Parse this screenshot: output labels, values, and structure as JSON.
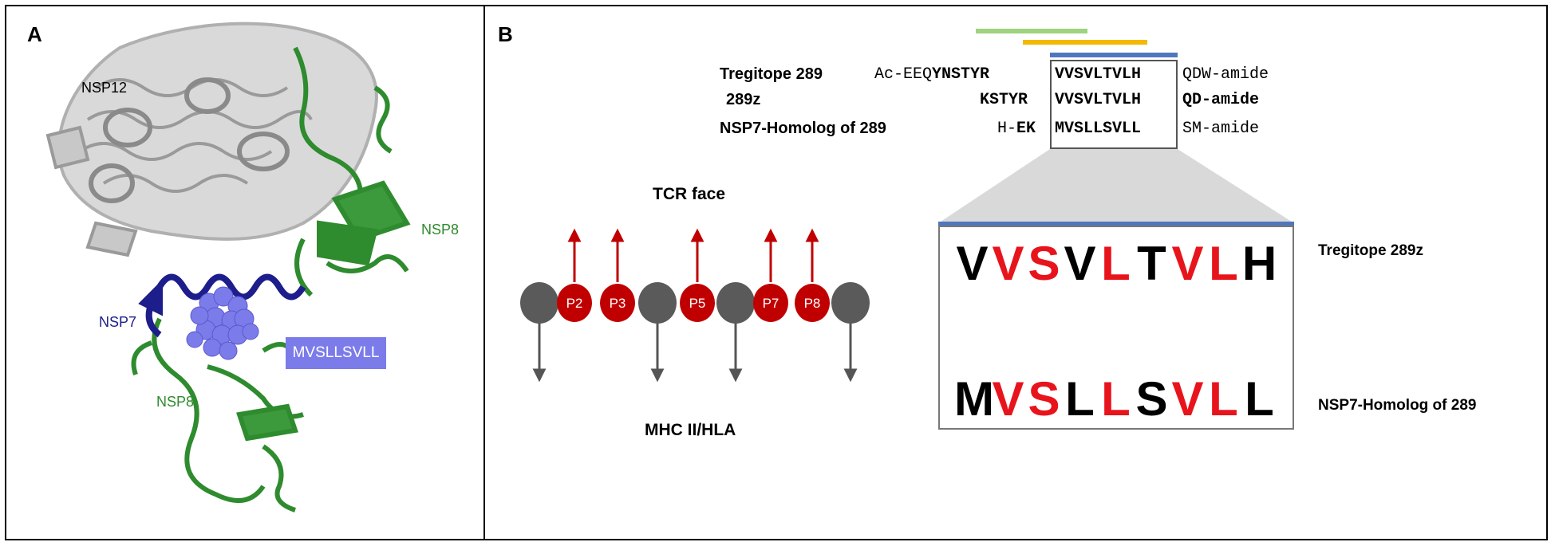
{
  "panels": {
    "a_letter": "A",
    "b_letter": "B"
  },
  "panel_a": {
    "nsp12": "NSP12",
    "nsp8_upper": "NSP8",
    "nsp7": "NSP7",
    "nsp8_lower": "NSP8",
    "motif": "MVSLLSVLL"
  },
  "panel_b": {
    "alignment": [
      {
        "name": "Tregitope 289",
        "prefix": "Ac-EEQ",
        "prefix_bold": "YNSTYR",
        "core": "VVSVLTVLH",
        "suffix": "QDW-amide"
      },
      {
        "name": "289z",
        "prefix": "",
        "prefix_bold": "KSTYR",
        "core": "VVSVLTVLH",
        "suffix": "QD-amide"
      },
      {
        "name": "NSP7-Homolog of 289",
        "prefix": "H-",
        "prefix_bold": "EK",
        "core": "MVSLLSVLL",
        "suffix": "SM-amide"
      }
    ],
    "tcr_face": "TCR face",
    "mhc_label": "MHC II/HLA",
    "pockets": [
      "P2",
      "P3",
      "P5",
      "P7",
      "P8"
    ],
    "comparison": {
      "top_label": "Tregitope 289z",
      "bottom_label": "NSP7-Homolog of 289",
      "top_seq": [
        "V",
        "V",
        "S",
        "V",
        "L",
        "T",
        "V",
        "L",
        "H"
      ],
      "bottom_seq": [
        "M",
        "V",
        "S",
        "L",
        "L",
        "S",
        "V",
        "L",
        "L"
      ],
      "highlighted_positions": [
        1,
        2,
        4,
        6,
        7
      ]
    },
    "colors": {
      "green_bar": "#9fd37f",
      "gold_bar": "#f5b800",
      "blue_bar": "#4f77be",
      "red": "#e8141c",
      "pocket_red": "#c00000",
      "grey_node": "#5a5a5a",
      "protein_grey": "#bdbdbd",
      "nsp8_green": "#2e8b2e",
      "nsp7_blue": "#1d1d8c",
      "motif_purple": "#7b7bea"
    }
  }
}
